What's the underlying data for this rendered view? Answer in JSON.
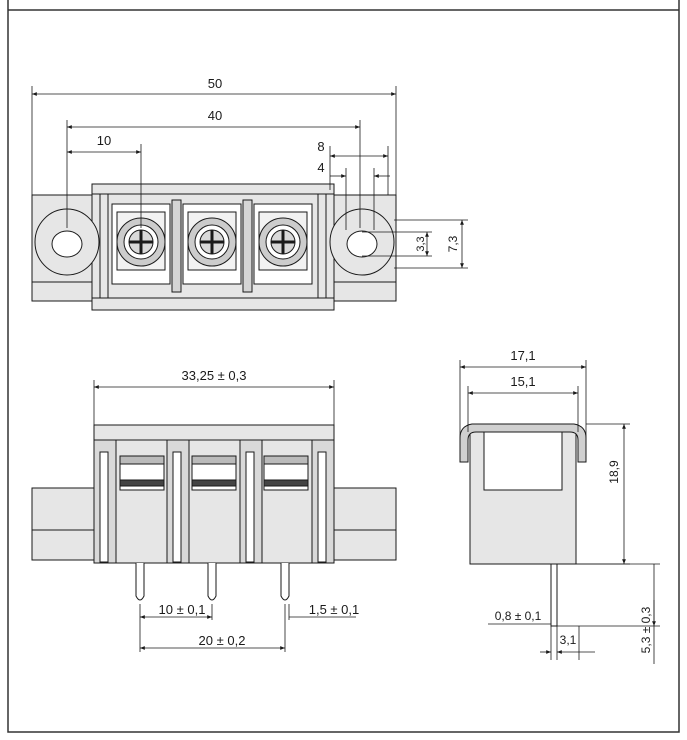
{
  "top_view": {
    "dims": {
      "overall_width": "50",
      "mounting_hole_pitch": "40",
      "terminal_pitch": "10",
      "dim_8": "8",
      "dim_4": "4",
      "dim_3_3": "3,3",
      "dim_7_3": "7,3"
    }
  },
  "front_view": {
    "dims": {
      "body_width": "33,25 ± 0,3",
      "pin_pitch": "10 ± 0,1",
      "pin_diameter": "1,5 ± 0,1",
      "pin_span": "20 ± 0,2"
    }
  },
  "side_view": {
    "dims": {
      "width_outer": "17,1",
      "width_inner": "15,1",
      "height": "18,9",
      "pin_thickness": "0,8 ± 0,1",
      "pin_offset": "3,1",
      "pin_length": "5,3 ± 0,3"
    }
  },
  "colors": {
    "body_fill": "#e6e6e6",
    "line": "#1a1a1a",
    "frame": "#333333"
  }
}
